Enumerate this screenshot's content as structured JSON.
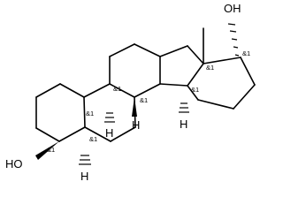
{
  "structure": {
    "atoms": {
      "oh_top": "OH",
      "oh_left": "HO",
      "h_c9": "H",
      "h_c8": "H",
      "h_c14": "H",
      "h_c5": "H"
    },
    "stereo_labels": {
      "c3": "&1",
      "c5": "&1",
      "c8": "&1",
      "c9": "&1",
      "c10": "&1",
      "c13": "&1",
      "c14": "&1",
      "c17": "&1"
    }
  }
}
